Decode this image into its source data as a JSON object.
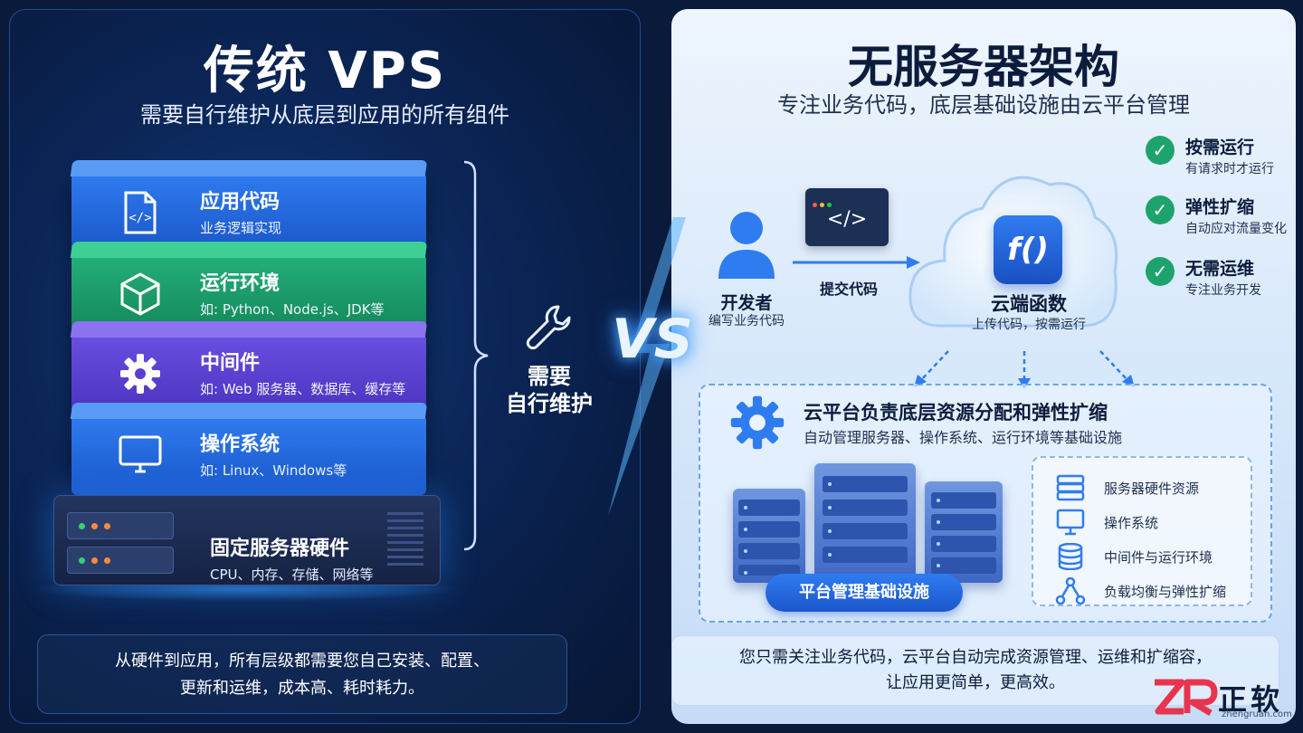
{
  "left": {
    "title": "传统 VPS",
    "subtitle": "需要自行维护从底层到应用的所有组件",
    "layers": [
      {
        "name": "应用代码",
        "desc": "业务逻辑实现"
      },
      {
        "name": "运行环境",
        "desc": "如: Python、Node.js、JDK等"
      },
      {
        "name": "中间件",
        "desc": "如: Web 服务器、数据库、缓存等"
      },
      {
        "name": "操作系统",
        "desc": "如: Linux、Windows等"
      },
      {
        "name": "固定服务器硬件",
        "desc": "CPU、内存、存储、网络等"
      }
    ],
    "maintain_line1": "需要",
    "maintain_line2": "自行维护",
    "note_line1": "从硬件到应用，所有层级都需要您自己安装、配置、",
    "note_line2": "更新和运维，成本高、耗时耗力。"
  },
  "vs": "VS",
  "right": {
    "title": "无服务器架构",
    "subtitle": "专注业务代码，底层基础设施由云平台管理",
    "developer": {
      "name": "开发者",
      "desc": "编写业务代码"
    },
    "submit_label": "提交代码",
    "function": {
      "symbol": "f()",
      "name": "云端函数",
      "desc": "上传代码，按需运行"
    },
    "features": [
      {
        "title": "按需运行",
        "desc": "有请求时才运行"
      },
      {
        "title": "弹性扩缩",
        "desc": "自动应对流量变化"
      },
      {
        "title": "无需运维",
        "desc": "专注业务开发"
      }
    ],
    "infra": {
      "title": "云平台负责底层资源分配和弹性扩缩",
      "desc": "自动管理服务器、操作系统、运行环境等基础设施",
      "button": "平台管理基础设施",
      "resources": [
        "服务器硬件资源",
        "操作系统",
        "中间件与运行环境",
        "负载均衡与弹性扩缩"
      ]
    },
    "note_line1": "您只需关注业务代码，云平台自动完成资源管理、运维和扩缩容，",
    "note_line2": "让应用更简单，更高效。"
  },
  "brand": {
    "name": "正软",
    "url": "zhengruan.com"
  }
}
